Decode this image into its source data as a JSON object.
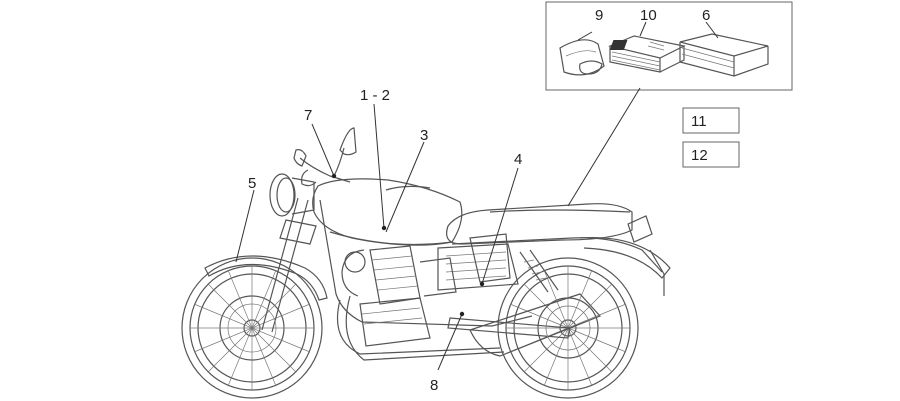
{
  "labels": {
    "l1_2": "1 - 2",
    "l3": "3",
    "l4": "4",
    "l5": "5",
    "l6": "6",
    "l7": "7",
    "l8": "8",
    "l9": "9",
    "l10": "10",
    "l11": "11",
    "l12": "12"
  }
}
